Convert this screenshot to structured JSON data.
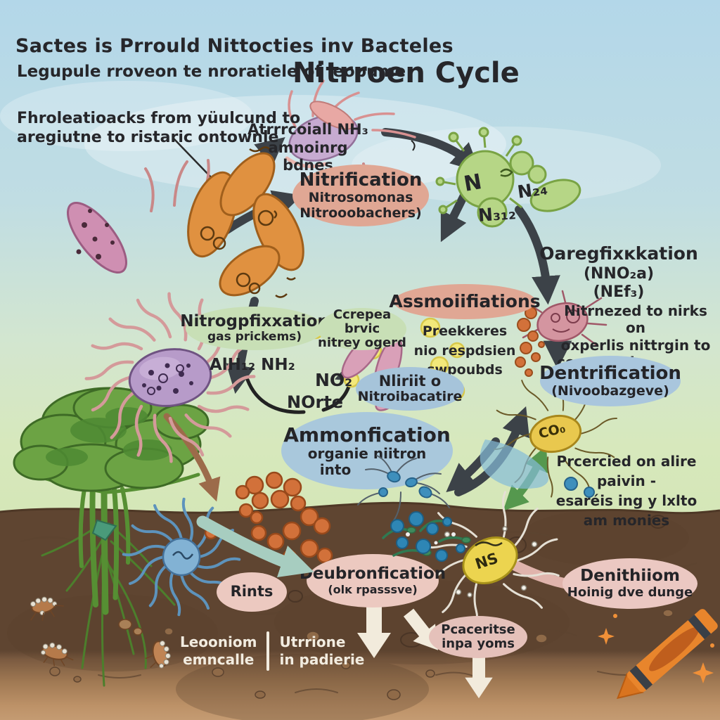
{
  "title": "Nitrroen Cycle",
  "header": {
    "heading": "Sactes is Prrould Nittocties inv Bacteles",
    "subheading": "Legupule rroveon te nroratiele of leopume",
    "note_line1": "Fhroleatioacks from yüulcund to",
    "note_line2": "aregiutne to ristaric ontownle"
  },
  "atmosphere_label": {
    "line1": "Atrrrcoiall  NH₃",
    "line2": "amnoinrg bdnes"
  },
  "nitrification": {
    "title": "Nitrification",
    "line2": "Nitrosomonas",
    "line3": "Nitrooobachers)"
  },
  "n2_labels": {
    "n": "N",
    "n24": "N₂₄",
    "n312": "N₃₁₂"
  },
  "fixation_right": {
    "title": "Oaregfixĸkation",
    "line2": "(NNO₂a)",
    "line3": "(NEf₃)"
  },
  "assimilation": {
    "title": "Assmoiifiations"
  },
  "assimilation_note": {
    "line1": "Preekkeres",
    "line2": "nio respdsien",
    "line3": "swpoubds"
  },
  "nitrogen_fixation": {
    "title": "Nitrogpfixxation",
    "subtitle": "gas prickems)"
  },
  "green_note": {
    "line1": "Ccrepea brvic",
    "line2": "nitrey ogerd"
  },
  "chemicals": {
    "alh": "AlH₁₂  NH₂",
    "no2": "NO₂",
    "norte": "NOrte"
  },
  "nitrite": {
    "line1": "Nliriit o",
    "line2": "Nitroibacatire"
  },
  "denitrification": {
    "title": "Dentrification",
    "subtitle": "(Nivoobazgeve)"
  },
  "right_note": {
    "line1": "Nitrnezed to nirks on",
    "line2": "oxperlis nittrgin  to",
    "line3": "conpounds"
  },
  "ammonification": {
    "title": "Ammonfication",
    "line2": "organie niitron",
    "line3": "into"
  },
  "co2_label": "CO₀",
  "ns_label": "NS",
  "produced_note": {
    "line1": "Prcercied on alire paivin -",
    "line2": "esaréis ing y lxlto",
    "line3": "am monies"
  },
  "roots": {
    "title": "Rints"
  },
  "decomposition": {
    "title": "Deubronfication",
    "subtitle": "(olĸ rpasssve)"
  },
  "denitrifying_soil": {
    "title": "Denithiiom",
    "subtitle": "Hoinig dve dunge"
  },
  "bacteria_oval": {
    "line1": "Pcaceritse",
    "line2": "inpa yoms"
  },
  "soil_legend": {
    "col1_line1": "Leooniom",
    "col1_line2": "emncalle",
    "col2_line1": "Utrrione",
    "col2_line2": "in padierie"
  },
  "colors": {
    "sky": "#b3d7e9",
    "ground_green": "#cde2aa",
    "soil": "#a07953",
    "oval_salmon": "#e0a794",
    "oval_blue": "#a9c6dd",
    "oval_green": "#c8dfb6",
    "oval_soil_pink": "#ecc9c0",
    "arrow_dark": "#3c4248",
    "arrow_teal": "#a7cdc0",
    "arrow_green": "#55984e",
    "arrow_brown": "#9c6b4a",
    "crayon": "#e8852c"
  }
}
